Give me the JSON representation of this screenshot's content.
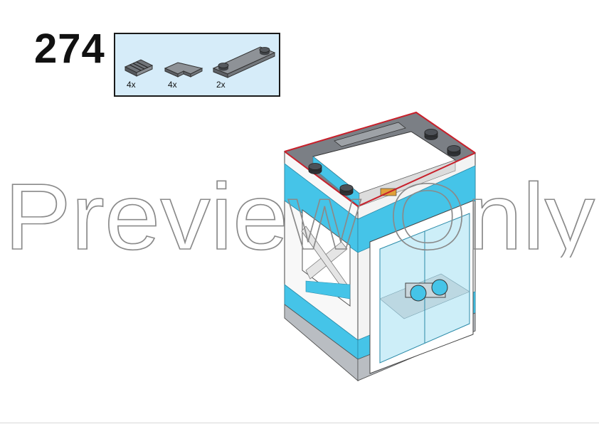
{
  "step": {
    "number": "274"
  },
  "parts": [
    {
      "name": "tile-grille",
      "qty": "4x"
    },
    {
      "name": "tile-corner",
      "qty": "4x"
    },
    {
      "name": "plate-1x4-two-studs",
      "qty": "2x"
    }
  ],
  "watermark": {
    "text": "Preview Only"
  },
  "colors": {
    "parts_background": "#d6ecf9",
    "dark_grey": "#7b7f85",
    "light_grey": "#b9bdc2",
    "medium_azure": "#45c4e8",
    "trans_clear": "#cdeef8",
    "highlight_red": "#c8202b"
  }
}
